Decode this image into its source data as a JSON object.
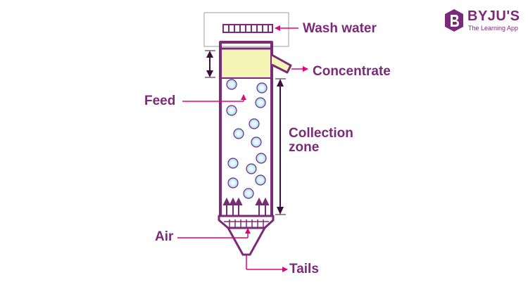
{
  "colors": {
    "outline": "#7b2a79",
    "arrow_pink": "#e6007e",
    "label": "#7b2a79",
    "froth": "#f4f5b5",
    "bubble_fill": "#bfe9f7",
    "bubble_core": "#ffffff",
    "box_border": "#9e9e9e"
  },
  "labels": {
    "wash_water": "Wash water",
    "concentrate": "Concentrate",
    "feed": "Feed",
    "collection_zone": "Collection zone",
    "air": "Air",
    "tails": "Tails"
  },
  "logo": {
    "brand": "BYJU'S",
    "tagline": "The Learning App",
    "icon": "byjus-b-logo-icon"
  },
  "icons": {
    "bubble": "air-bubble-icon",
    "arrow": "pink-arrow-icon",
    "dimension_arrow": "double-headed-arrow-icon"
  }
}
